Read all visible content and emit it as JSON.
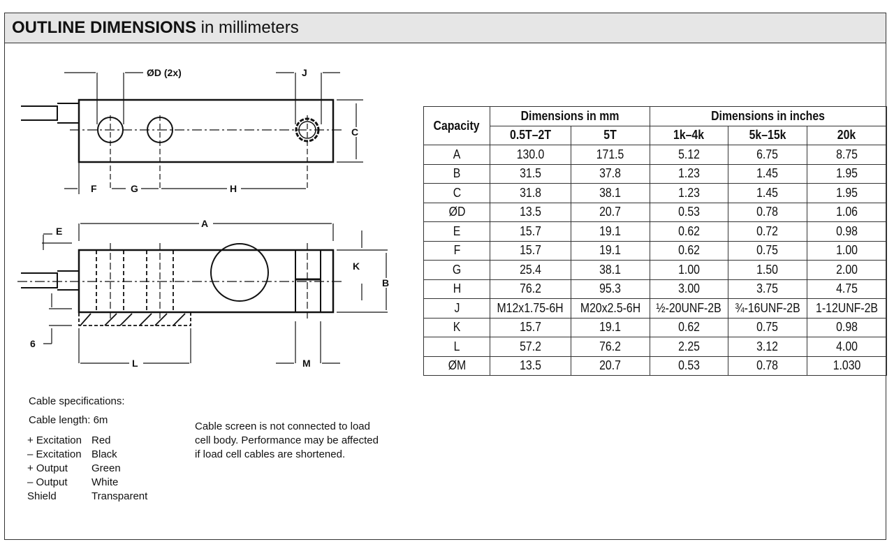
{
  "header": {
    "title_bold": "OUTLINE DIMENSIONS",
    "title_rest": " in millimeters"
  },
  "drawing": {
    "labels": {
      "D": "ØD (2x)",
      "J": "J",
      "C": "C",
      "F": "F",
      "G": "G",
      "H": "H",
      "A": "A",
      "E": "E",
      "K": "K",
      "B": "B",
      "six": "6",
      "L": "L",
      "M": "M"
    }
  },
  "table": {
    "capacity": "Capacity",
    "group_mm": "Dimensions in mm",
    "group_in": "Dimensions in inches",
    "columns": [
      "0.5T–2T",
      "5T",
      "1k–4k",
      "5k–15k",
      "20k"
    ],
    "rows": [
      [
        "A",
        "130.0",
        "171.5",
        "5.12",
        "6.75",
        "8.75"
      ],
      [
        "B",
        "31.5",
        "37.8",
        "1.23",
        "1.45",
        "1.95"
      ],
      [
        "C",
        "31.8",
        "38.1",
        "1.23",
        "1.45",
        "1.95"
      ],
      [
        "ØD",
        "13.5",
        "20.7",
        "0.53",
        "0.78",
        "1.06"
      ],
      [
        "E",
        "15.7",
        "19.1",
        "0.62",
        "0.72",
        "0.98"
      ],
      [
        "F",
        "15.7",
        "19.1",
        "0.62",
        "0.75",
        "1.00"
      ],
      [
        "G",
        "25.4",
        "38.1",
        "1.00",
        "1.50",
        "2.00"
      ],
      [
        "H",
        "76.2",
        "95.3",
        "3.00",
        "3.75",
        "4.75"
      ],
      [
        "J",
        "M12x1.75-6H",
        "M20x2.5-6H",
        "½-20UNF-2B",
        "¾-16UNF-2B",
        "1-12UNF-2B"
      ],
      [
        "K",
        "15.7",
        "19.1",
        "0.62",
        "0.75",
        "0.98"
      ],
      [
        "L",
        "57.2",
        "76.2",
        "2.25",
        "3.12",
        "4.00"
      ],
      [
        "ØM",
        "13.5",
        "20.7",
        "0.53",
        "0.78",
        "1.030"
      ]
    ]
  },
  "cable": {
    "title": "Cable specifications:",
    "length": "Cable length: 6m",
    "wires": [
      [
        "+ Excitation",
        "Red"
      ],
      [
        "– Excitation",
        "Black"
      ],
      [
        "+ Output",
        "Green"
      ],
      [
        "– Output",
        "White"
      ],
      [
        "Shield",
        "Transparent"
      ]
    ],
    "note": [
      "Cable screen is not connected to load",
      "cell body. Performance may be affected",
      "if load cell cables are shortened."
    ]
  }
}
